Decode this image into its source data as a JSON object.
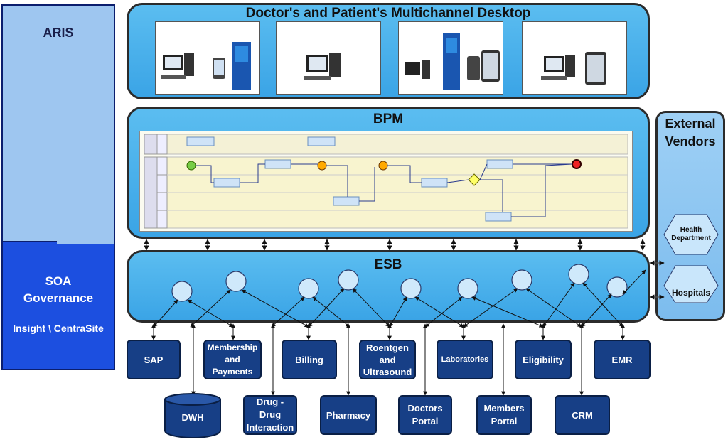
{
  "governance": {
    "aris_label": "ARIS",
    "soa_label_line1": "SOA",
    "soa_label_line2": "Governance",
    "soa_sub_label": "Insight \\ CentraSite"
  },
  "desktop": {
    "title": "Doctor's and Patient's Multichannel  Desktop"
  },
  "bpm": {
    "title": "BPM"
  },
  "esb": {
    "title": "ESB"
  },
  "external_vendors": {
    "title_line1": "External",
    "title_line2": "Vendors",
    "items": [
      "Health Department",
      "Hospitals"
    ]
  },
  "systems_top": [
    "SAP",
    "Membership and Payments",
    "Billing",
    "Roentgen and Ultrasound",
    "Laboratories",
    "Eligibility",
    "EMR"
  ],
  "systems_bottom": [
    "DWH",
    "Drug - Drug Interaction",
    "Pharmacy",
    "Doctors Portal",
    "Members Portal",
    "CRM"
  ],
  "colors": {
    "panel_blue": "#3aa4e6",
    "system_navy": "#173f86",
    "soa_blue": "#1c4fe0",
    "aris_light": "#9ec6f0"
  }
}
